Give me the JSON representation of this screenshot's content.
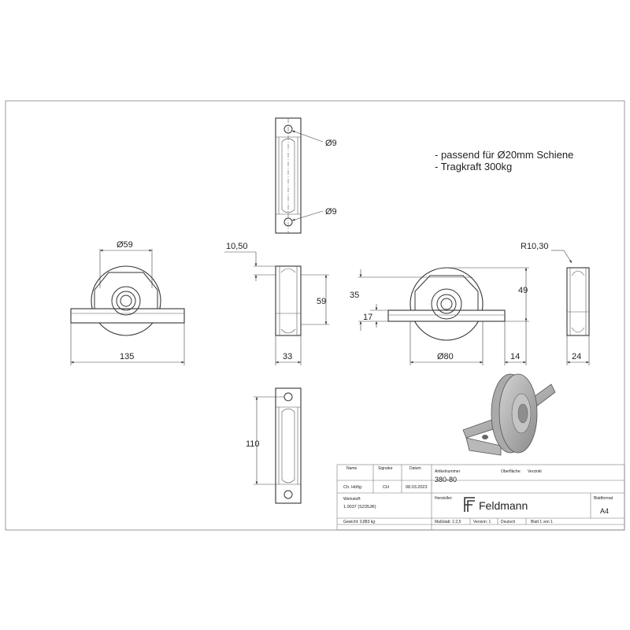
{
  "notes": [
    "- passend für Ø20mm Schiene",
    "- Tragkraft 300kg"
  ],
  "dimensions": {
    "top_hole_1": "Ø9",
    "top_hole_2": "Ø9",
    "front_diameter": "Ø59",
    "front_width": "135",
    "side_offset": "10,50",
    "side_height": "59",
    "side_width": "33",
    "sec_height": "35",
    "sec_flange": "17",
    "sec_top": "49",
    "sec_diameter": "Ø80",
    "sec_width": "14",
    "radius": "R10,30",
    "narrow_width": "24",
    "bottom_length": "110"
  },
  "title_block": {
    "col_name": "Name",
    "col_signature": "Signatur",
    "col_date": "Datum",
    "name": "Ch. Höfig",
    "signature": "CH",
    "date": "08.03.2023",
    "article_label": "Artikelnummer",
    "article": "380-80",
    "surface_label": "Oberfläche:",
    "surface": "Verzinkt",
    "material_label": "Werkstoff:",
    "material": "1.0037 (S235JR)",
    "manufacturer_label": "Hersteller:",
    "brand": "Feldmann",
    "format_label": "Blattformat",
    "format": "A4",
    "weight": "Gewicht: 0,883 kg",
    "scale": "Maßstab: 1:2,5",
    "version": "Version: 1",
    "language": "Deutsch",
    "sheet": "Blatt 1 von 1"
  }
}
